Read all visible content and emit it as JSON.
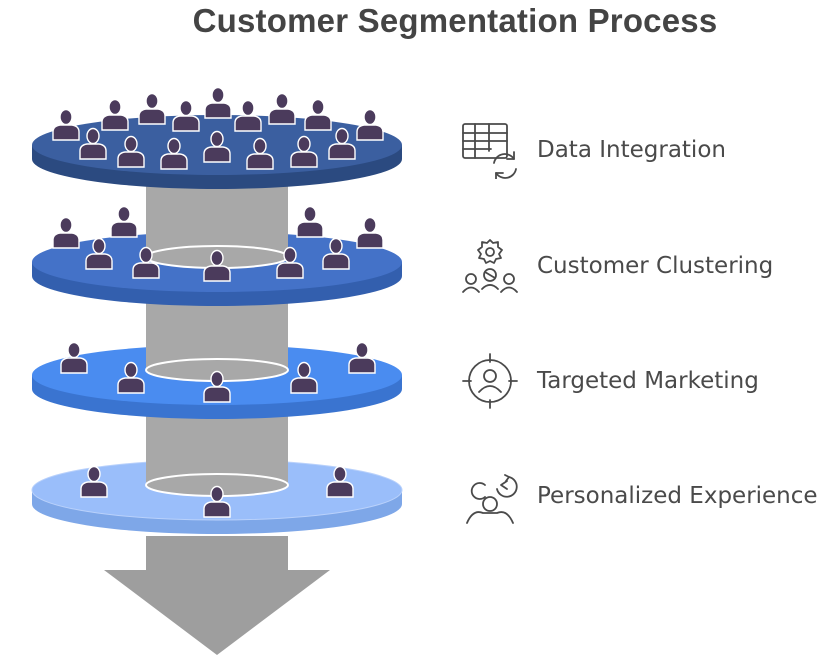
{
  "title": "Customer Segmentation Process",
  "colors": {
    "layer_1": "#3b5fa0",
    "layer_2": "#4472c8",
    "layer_3": "#4a8cf0",
    "layer_4": "#9abefa",
    "cylinder": "#a8a8a8",
    "arrow": "#9e9e9e",
    "person": "#4b3b5c"
  },
  "steps": [
    {
      "label": "Data Integration",
      "icon": "data-integration-icon"
    },
    {
      "label": "Customer Clustering",
      "icon": "customer-clustering-icon"
    },
    {
      "label": "Targeted Marketing",
      "icon": "targeted-marketing-icon"
    },
    {
      "label": "Personalized Experience",
      "icon": "personalized-experience-icon"
    }
  ]
}
